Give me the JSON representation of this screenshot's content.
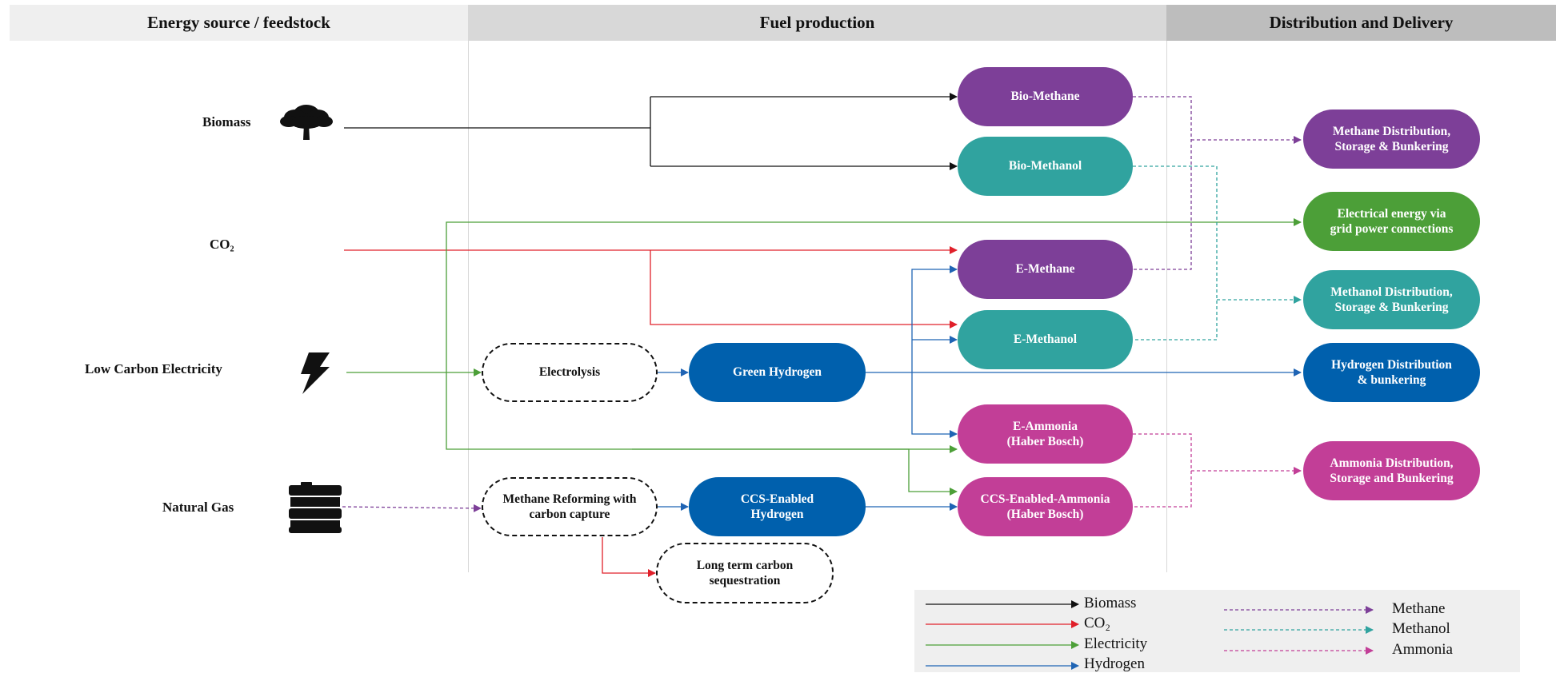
{
  "headers": {
    "energy_source": "Energy source / feedstock",
    "fuel_production": "Fuel production",
    "distribution": "Distribution and Delivery"
  },
  "sources": {
    "biomass": "Biomass",
    "co2": "CO₂",
    "electricity": "Low Carbon Electricity",
    "natural_gas": "Natural Gas"
  },
  "process_nodes": {
    "electrolysis": "Electrolysis",
    "methane_reforming": "Methane Reforming with\ncarbon capture",
    "sequestration": "Long term carbon\nsequestration"
  },
  "production_nodes": {
    "green_hydrogen": "Green Hydrogen",
    "ccs_hydrogen": "CCS-Enabled\nHydrogen",
    "bio_methane": "Bio-Methane",
    "bio_methanol": "Bio-Methanol",
    "e_methane": "E-Methane",
    "e_methanol": "E-Methanol",
    "e_ammonia": "E-Ammonia\n(Haber Bosch)",
    "ccs_ammonia": "CCS-Enabled-Ammonia\n(Haber Bosch)"
  },
  "distribution_nodes": {
    "methane": "Methane Distribution,\nStorage & Bunkering",
    "electrical": "Electrical energy via\ngrid power connections",
    "methanol": "Methanol Distribution,\nStorage & Bunkering",
    "hydrogen": "Hydrogen Distribution\n& bunkering",
    "ammonia": "Ammonia Distribution,\nStorage and Bunkering"
  },
  "legend": {
    "biomass": "Biomass",
    "co2": "CO₂",
    "electricity": "Electricity",
    "hydrogen": "Hydrogen",
    "methane": "Methane",
    "methanol": "Methanol",
    "ammonia": "Ammonia"
  },
  "icons": {
    "biomass": "tree-icon",
    "electricity": "lightning-icon",
    "natural_gas": "barrel-icon"
  },
  "colors": {
    "biomass": "#111111",
    "co2": "#e0202a",
    "electricity": "#4c9f38",
    "hydrogen": "#0060ad",
    "methane": "#7d3f98",
    "methanol": "#30a39f",
    "ammonia": "#c23e97"
  }
}
